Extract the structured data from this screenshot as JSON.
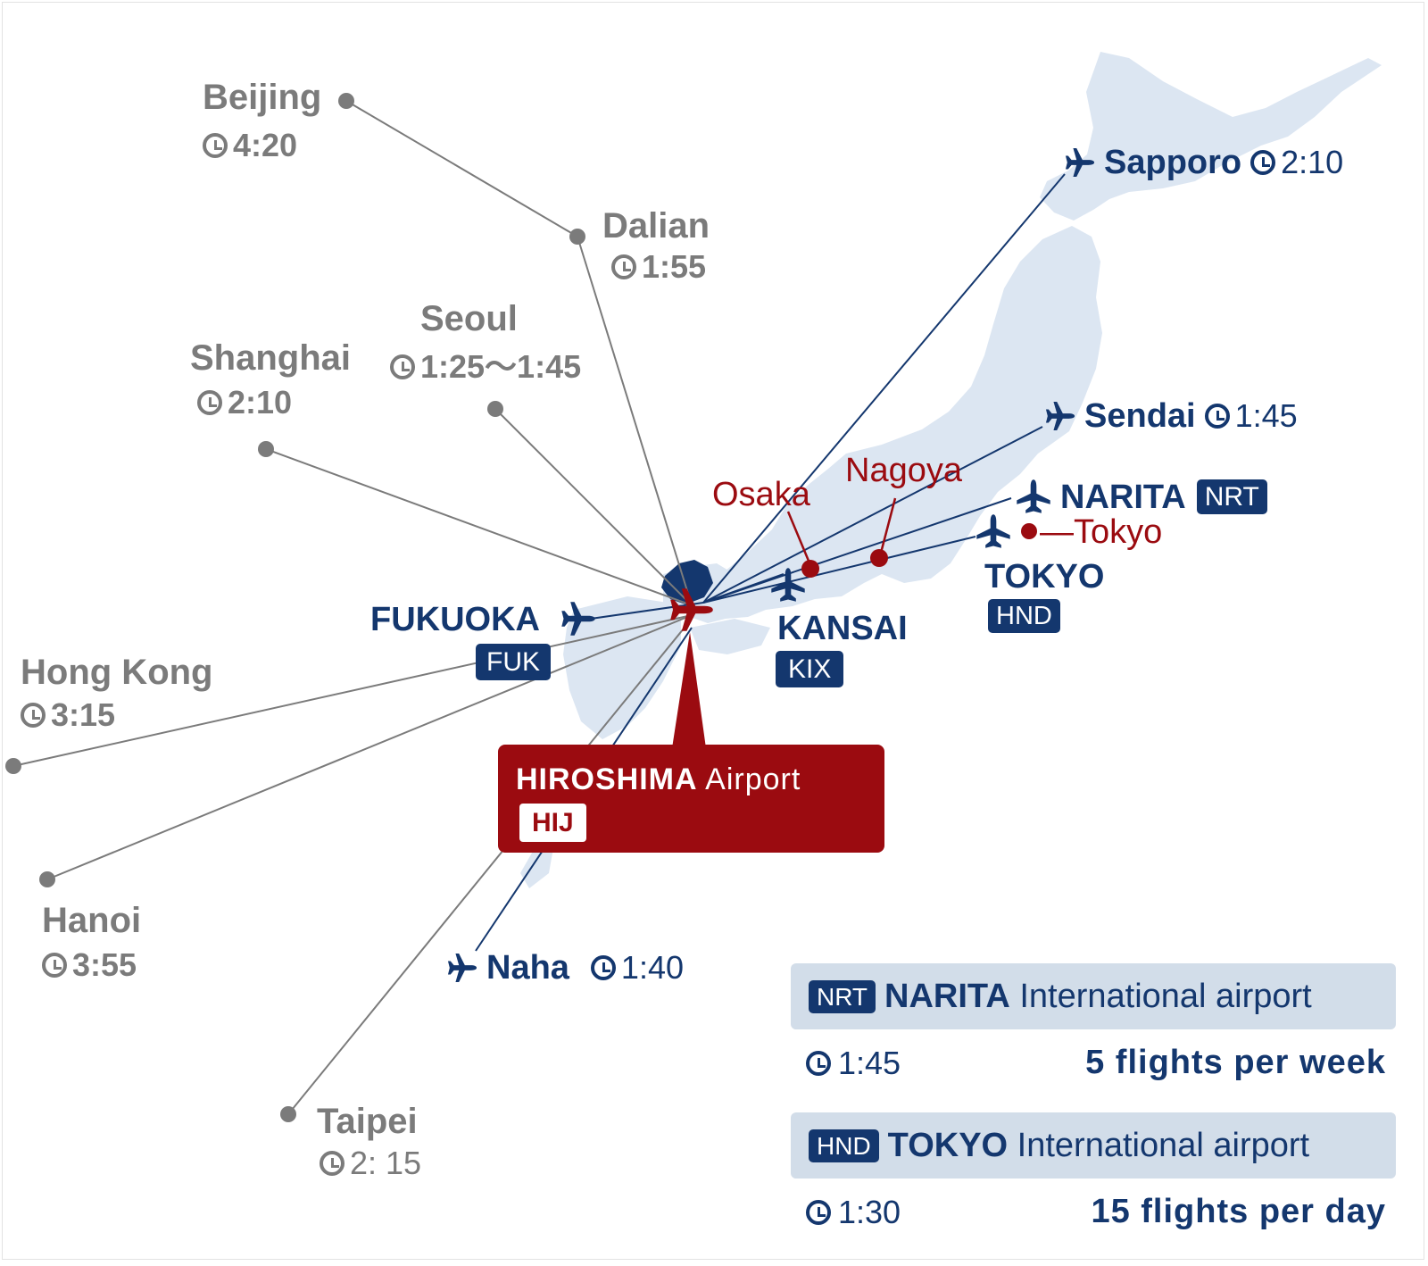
{
  "international": [
    {
      "city": "Beijing",
      "time": "4:20"
    },
    {
      "city": "Dalian",
      "time": "1:55"
    },
    {
      "city": "Seoul",
      "time": "1:25〜1:45"
    },
    {
      "city": "Shanghai",
      "time": "2:10"
    },
    {
      "city": "Hong Kong",
      "time": "3:15"
    },
    {
      "city": "Hanoi",
      "time": "3:55"
    },
    {
      "city": "Taipei",
      "time": "2: 15"
    }
  ],
  "domestic": [
    {
      "city": "Sapporo",
      "time": "2:10"
    },
    {
      "city": "Sendai",
      "time": "1:45"
    },
    {
      "city": "Naha",
      "time": "1:40"
    }
  ],
  "airports": {
    "narita": {
      "name": "NARITA",
      "code": "NRT"
    },
    "tokyo": {
      "name": "TOKYO",
      "code": "HND"
    },
    "kansai": {
      "name": "KANSAI",
      "code": "KIX"
    },
    "fukuoka": {
      "name": "FUKUOKA",
      "code": "FUK"
    }
  },
  "cities": {
    "osaka": "Osaka",
    "nagoya": "Nagoya",
    "tokyo": "—Tokyo"
  },
  "hub": {
    "name_bold": "HIROSHIMA",
    "name_rest": "Airport",
    "code": "HIJ"
  },
  "legend": [
    {
      "code": "NRT",
      "name_bold": "NARITA",
      "name_rest": "International airport",
      "time": "1:45",
      "frequency": "5 flights per week"
    },
    {
      "code": "HND",
      "name_bold": "TOKYO",
      "name_rest": "International airport",
      "time": "1:30",
      "frequency": "15 flights per day"
    }
  ],
  "colors": {
    "domestic": "#14376e",
    "international": "#7b7b7b",
    "hub": "#9b0b10",
    "land": "#dce6f2"
  }
}
